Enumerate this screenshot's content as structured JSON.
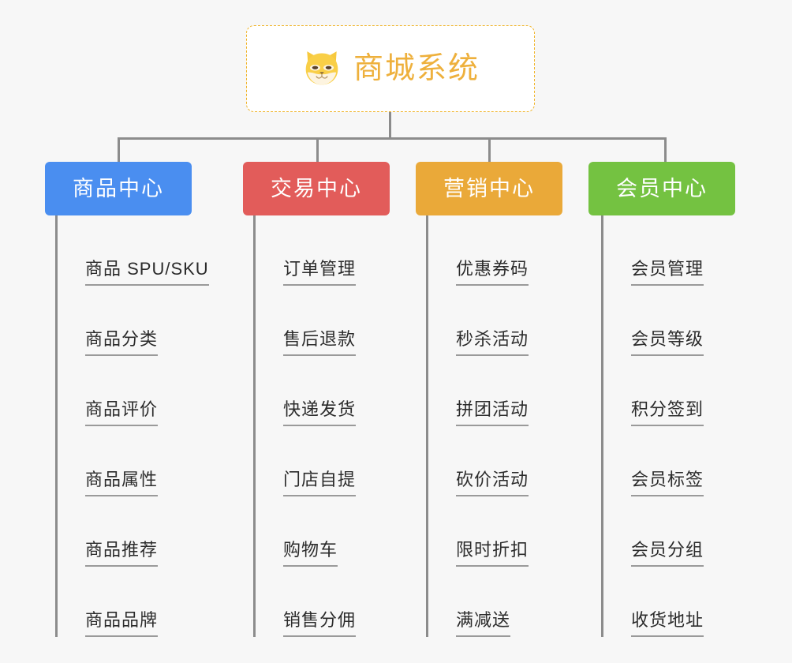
{
  "page": {
    "background_color": "#f7f7f7",
    "type": "org-chart"
  },
  "root": {
    "title": "商城系统",
    "icon": "shiba-dog-face-icon",
    "border_color": "#f0b429",
    "text_color": "#eeb03c",
    "background_color": "#ffffff"
  },
  "connector": {
    "color": "#8c8c8c"
  },
  "columns": [
    {
      "label": "商品中心",
      "color": "#4a8ef0",
      "items": [
        "商品 SPU/SKU",
        "商品分类",
        "商品评价",
        "商品属性",
        "商品推荐",
        "商品品牌"
      ]
    },
    {
      "label": "交易中心",
      "color": "#e25c5a",
      "items": [
        "订单管理",
        "售后退款",
        "快递发货",
        "门店自提",
        "购物车",
        "销售分佣"
      ]
    },
    {
      "label": "营销中心",
      "color": "#eaa939",
      "items": [
        "优惠券码",
        "秒杀活动",
        "拼团活动",
        "砍价活动",
        "限时折扣",
        "满减送"
      ]
    },
    {
      "label": "会员中心",
      "color": "#74c241",
      "items": [
        "会员管理",
        "会员等级",
        "积分签到",
        "会员标签",
        "会员分组",
        "收货地址"
      ]
    }
  ]
}
